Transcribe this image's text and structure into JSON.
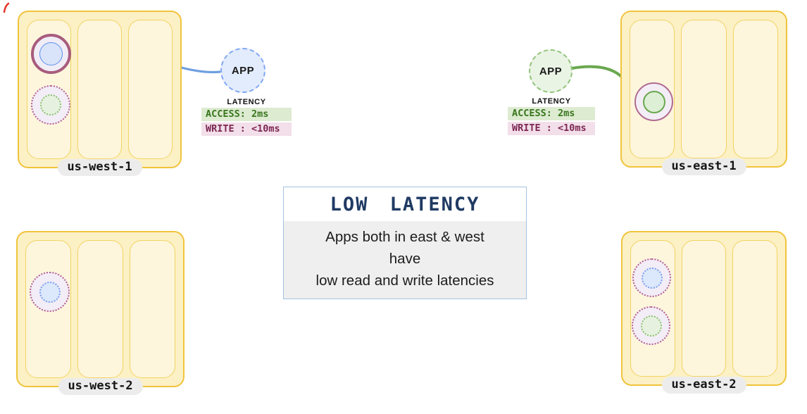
{
  "regions": [
    {
      "name": "us-west-1"
    },
    {
      "name": "us-east-1"
    },
    {
      "name": "us-west-2"
    },
    {
      "name": "us-east-2"
    }
  ],
  "apps": {
    "west": {
      "label": "APP"
    },
    "east": {
      "label": "APP"
    }
  },
  "latency_west": {
    "title": "LATENCY",
    "access": "ACCESS: 2ms",
    "write": "WRITE : <10ms"
  },
  "latency_east": {
    "title": "LATENCY",
    "access": "ACCESS: 2ms",
    "write": "WRITE : <10ms"
  },
  "info_box": {
    "title": "LOW LATENCY",
    "line1": "Apps both in east & west",
    "line2": "have",
    "line3": "low read and write latencies"
  },
  "palette": {
    "region_fill": "#fcf0c5",
    "region_border": "#f0c43c",
    "zone_fill": "#fdf6dc",
    "access_text": "#38761d",
    "access_bg": "#ddebd1",
    "write_text": "#7c2753",
    "write_bg": "#f2dfe9",
    "title_navy": "#1f3a63",
    "arrow_blue": "#6f9fe0",
    "arrow_green": "#6aa84f",
    "node_purple": "#a85c7e",
    "node_blue": "#5b8ff0",
    "node_green": "#6aa84f"
  }
}
